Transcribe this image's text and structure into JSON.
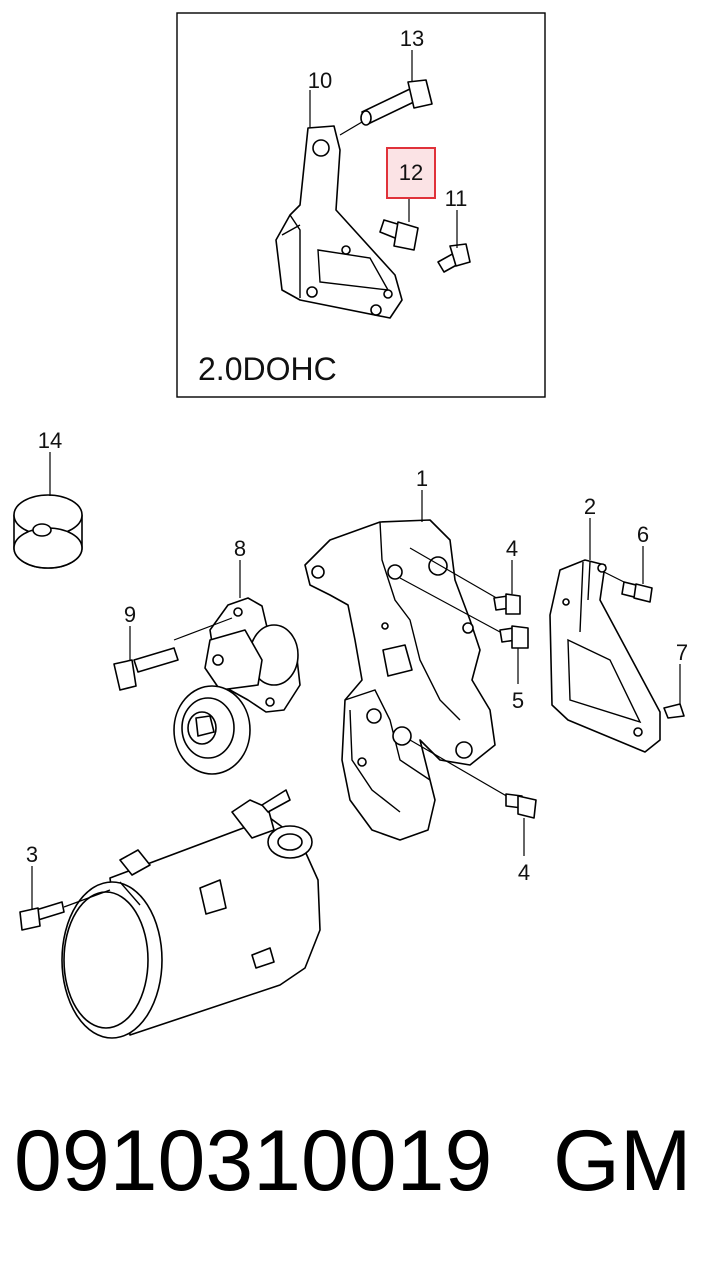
{
  "inset": {
    "variant_label": "2.0DOHC"
  },
  "callouts": {
    "c13": "13",
    "c10": "10",
    "c12": "12",
    "c11": "11",
    "c14": "14",
    "c1": "1",
    "c8": "8",
    "c2": "2",
    "c6": "6",
    "c4a": "4",
    "c9": "9",
    "c5": "5",
    "c7": "7",
    "c4b": "4",
    "c3": "3"
  },
  "highlight": {
    "part_number": "12",
    "color": "#e0323a",
    "fill": "#fbe3e5"
  },
  "footer": {
    "part_code": "0910310019",
    "brand": "GM"
  }
}
